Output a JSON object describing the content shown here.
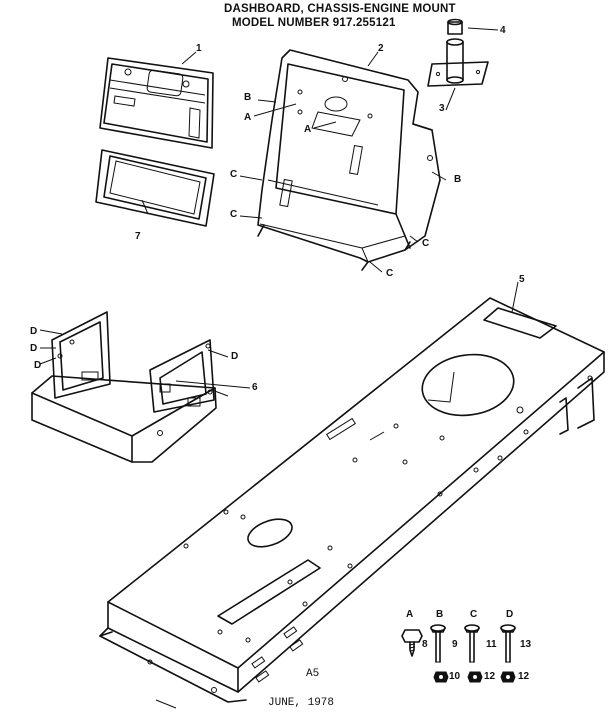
{
  "header": {
    "line1": "DASHBOARD, CHASSIS-ENGINE MOUNT",
    "line2": "MODEL NUMBER 917.255121"
  },
  "callouts": {
    "n1": "1",
    "n2": "2",
    "n3": "3",
    "n4": "4",
    "n5": "5",
    "n6": "6",
    "n7": "7",
    "a1": "A",
    "a2": "A",
    "b1": "B",
    "b2": "B",
    "c1": "C",
    "c2": "C",
    "c3": "C",
    "c4": "C",
    "d1": "D",
    "d2": "D",
    "d3": "D",
    "d4": "D"
  },
  "hardware": {
    "col_a": "A",
    "col_b": "B",
    "col_c": "C",
    "col_d": "D",
    "p8": "8",
    "p9": "9",
    "p11": "11",
    "p13": "13",
    "p10": "10",
    "p12a": "12",
    "p12b": "12"
  },
  "footer": {
    "page_code": "A5",
    "date": "JUNE, 1978"
  }
}
